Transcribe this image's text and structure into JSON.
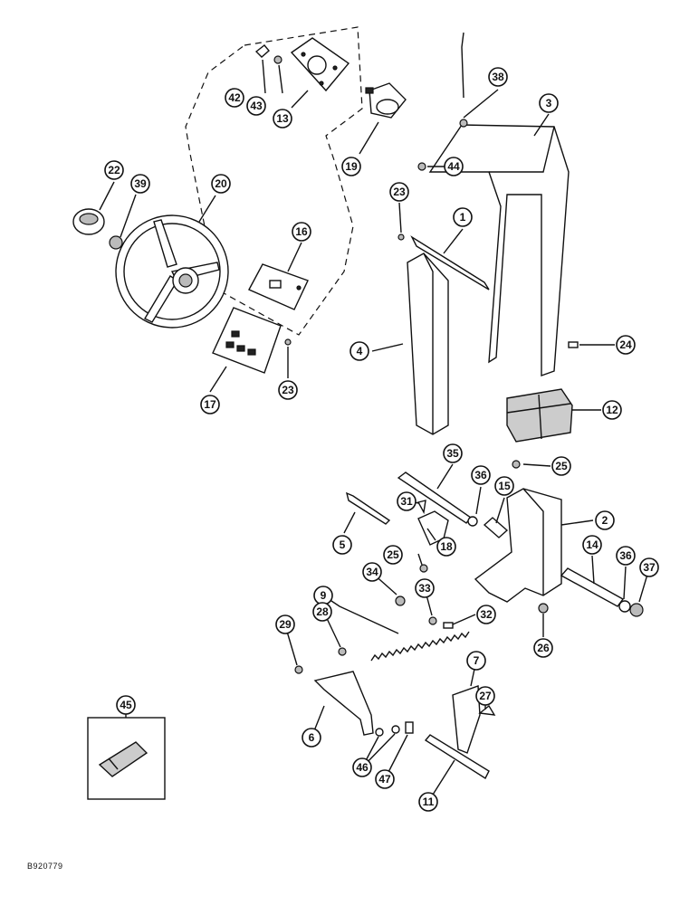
{
  "drawing_code": "B920779",
  "callouts": [
    {
      "label": "1"
    },
    {
      "label": "2"
    },
    {
      "label": "3"
    },
    {
      "label": "4"
    },
    {
      "label": "5"
    },
    {
      "label": "6"
    },
    {
      "label": "7"
    },
    {
      "label": "9"
    },
    {
      "label": "11"
    },
    {
      "label": "12"
    },
    {
      "label": "13"
    },
    {
      "label": "14"
    },
    {
      "label": "15"
    },
    {
      "label": "16"
    },
    {
      "label": "17"
    },
    {
      "label": "18"
    },
    {
      "label": "19"
    },
    {
      "label": "20"
    },
    {
      "label": "22"
    },
    {
      "label": "23"
    },
    {
      "label": "23"
    },
    {
      "label": "24"
    },
    {
      "label": "25"
    },
    {
      "label": "25"
    },
    {
      "label": "26"
    },
    {
      "label": "27"
    },
    {
      "label": "28"
    },
    {
      "label": "29"
    },
    {
      "label": "31"
    },
    {
      "label": "32"
    },
    {
      "label": "33"
    },
    {
      "label": "34"
    },
    {
      "label": "35"
    },
    {
      "label": "36"
    },
    {
      "label": "36"
    },
    {
      "label": "37"
    },
    {
      "label": "38"
    },
    {
      "label": "39"
    },
    {
      "label": "42"
    },
    {
      "label": "43"
    },
    {
      "label": "44"
    },
    {
      "label": "45"
    },
    {
      "label": "46"
    },
    {
      "label": "47"
    }
  ]
}
